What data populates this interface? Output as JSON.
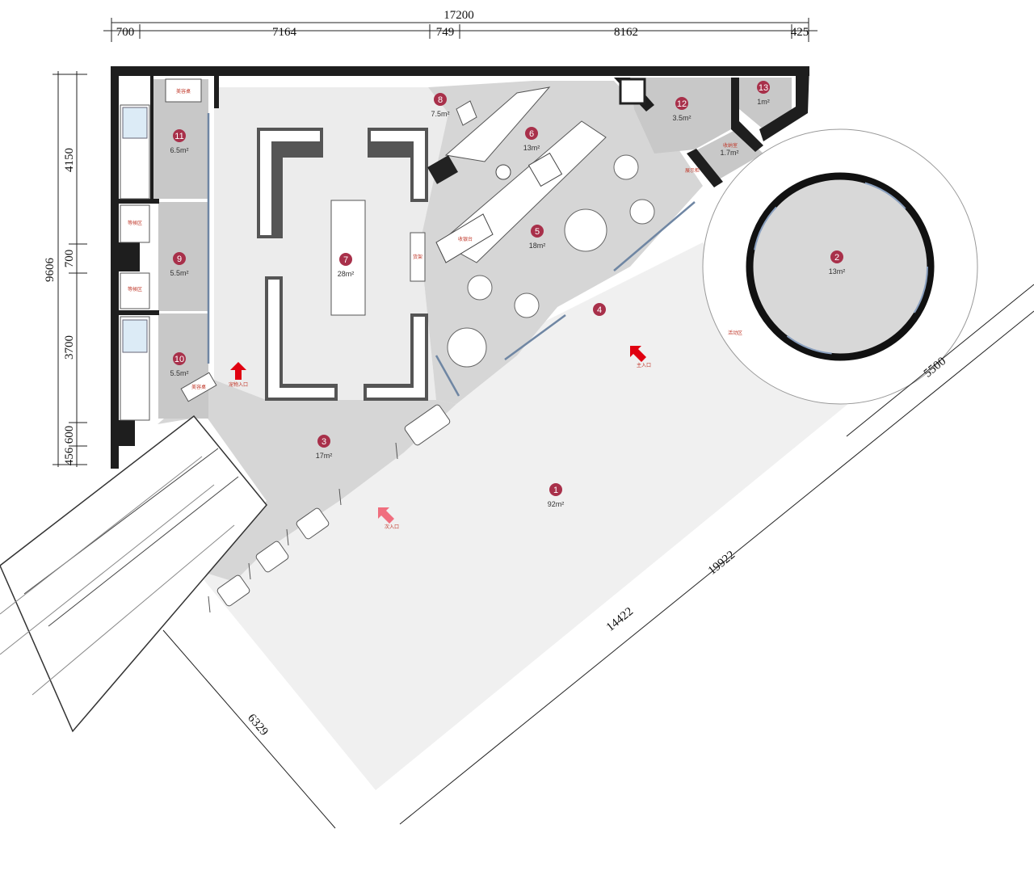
{
  "dimensions": {
    "top_total": "17200",
    "top_segments": [
      "700",
      "7164",
      "749",
      "8162",
      "425"
    ],
    "left_total": "9606",
    "left_segments": [
      "4150",
      "700",
      "3700",
      "600",
      "456"
    ],
    "diag_upper": "5500",
    "diag_inner": "14422",
    "diag_outer": "19922",
    "diag_left": "6329"
  },
  "rooms": [
    {
      "num": "1",
      "area": "92m²"
    },
    {
      "num": "2",
      "area": "13m²"
    },
    {
      "num": "3",
      "area": "17m²"
    },
    {
      "num": "4",
      "area": ""
    },
    {
      "num": "5",
      "area": "18m²"
    },
    {
      "num": "6",
      "area": "13m²"
    },
    {
      "num": "7",
      "area": "28m²"
    },
    {
      "num": "8",
      "area": "7.5m²"
    },
    {
      "num": "9",
      "area": "5.5m²"
    },
    {
      "num": "10",
      "area": "5.5m²"
    },
    {
      "num": "11",
      "area": "6.5m²"
    },
    {
      "num": "12",
      "area": "3.5m²"
    },
    {
      "num": "13",
      "area": "1m²"
    }
  ],
  "room_extra": {
    "small_room_area": "1.7m²"
  },
  "tags": {
    "main_entrance": "主入口",
    "secondary_entrance": "次入口",
    "pet_entrance": "宠物入口",
    "grooming_table_1": "美容桌",
    "grooming_table_2": "美容桌",
    "waiting_rack_1": "等候区",
    "waiting_rack_2": "等候区",
    "storage_room": "收纳室",
    "outdoor_area": "活动区",
    "cashier": "收银台",
    "display_counter": "展示柜",
    "shelf": "货架"
  },
  "colors": {
    "room_badge": "#a8304a",
    "entrance_arrow": "#e00010",
    "secondary_arrow": "#f06e7e",
    "floor_dark": "#c8c8c8",
    "floor_mid": "#d6d6d6",
    "floor_light": "#ececec",
    "plaza": "#f0f0f0"
  }
}
